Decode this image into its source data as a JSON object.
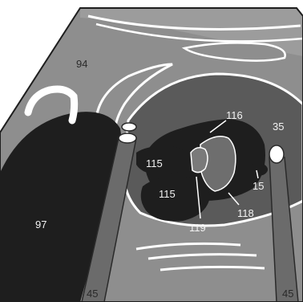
{
  "figure": {
    "labels": [
      {
        "id": "label-94",
        "text": "94"
      },
      {
        "id": "label-116",
        "text": "116"
      },
      {
        "id": "label-35",
        "text": "35"
      },
      {
        "id": "label-115-top",
        "text": "115"
      },
      {
        "id": "label-115-bottom",
        "text": "115"
      },
      {
        "id": "label-15",
        "text": "15"
      },
      {
        "id": "label-118",
        "text": "118"
      },
      {
        "id": "label-119",
        "text": "119"
      },
      {
        "id": "label-97",
        "text": "97"
      },
      {
        "id": "label-45-left",
        "text": "45"
      },
      {
        "id": "label-45-right",
        "text": "45"
      }
    ]
  },
  "colors": {
    "field": "#8e8e8e",
    "outline": "#ffffff",
    "dark_region": "#1e1e1e",
    "mid_region": "#5a5a5a",
    "instrument": "#6b6b6b",
    "label_light": "#f2f2f2",
    "label_dark": "#2a2a2a"
  }
}
